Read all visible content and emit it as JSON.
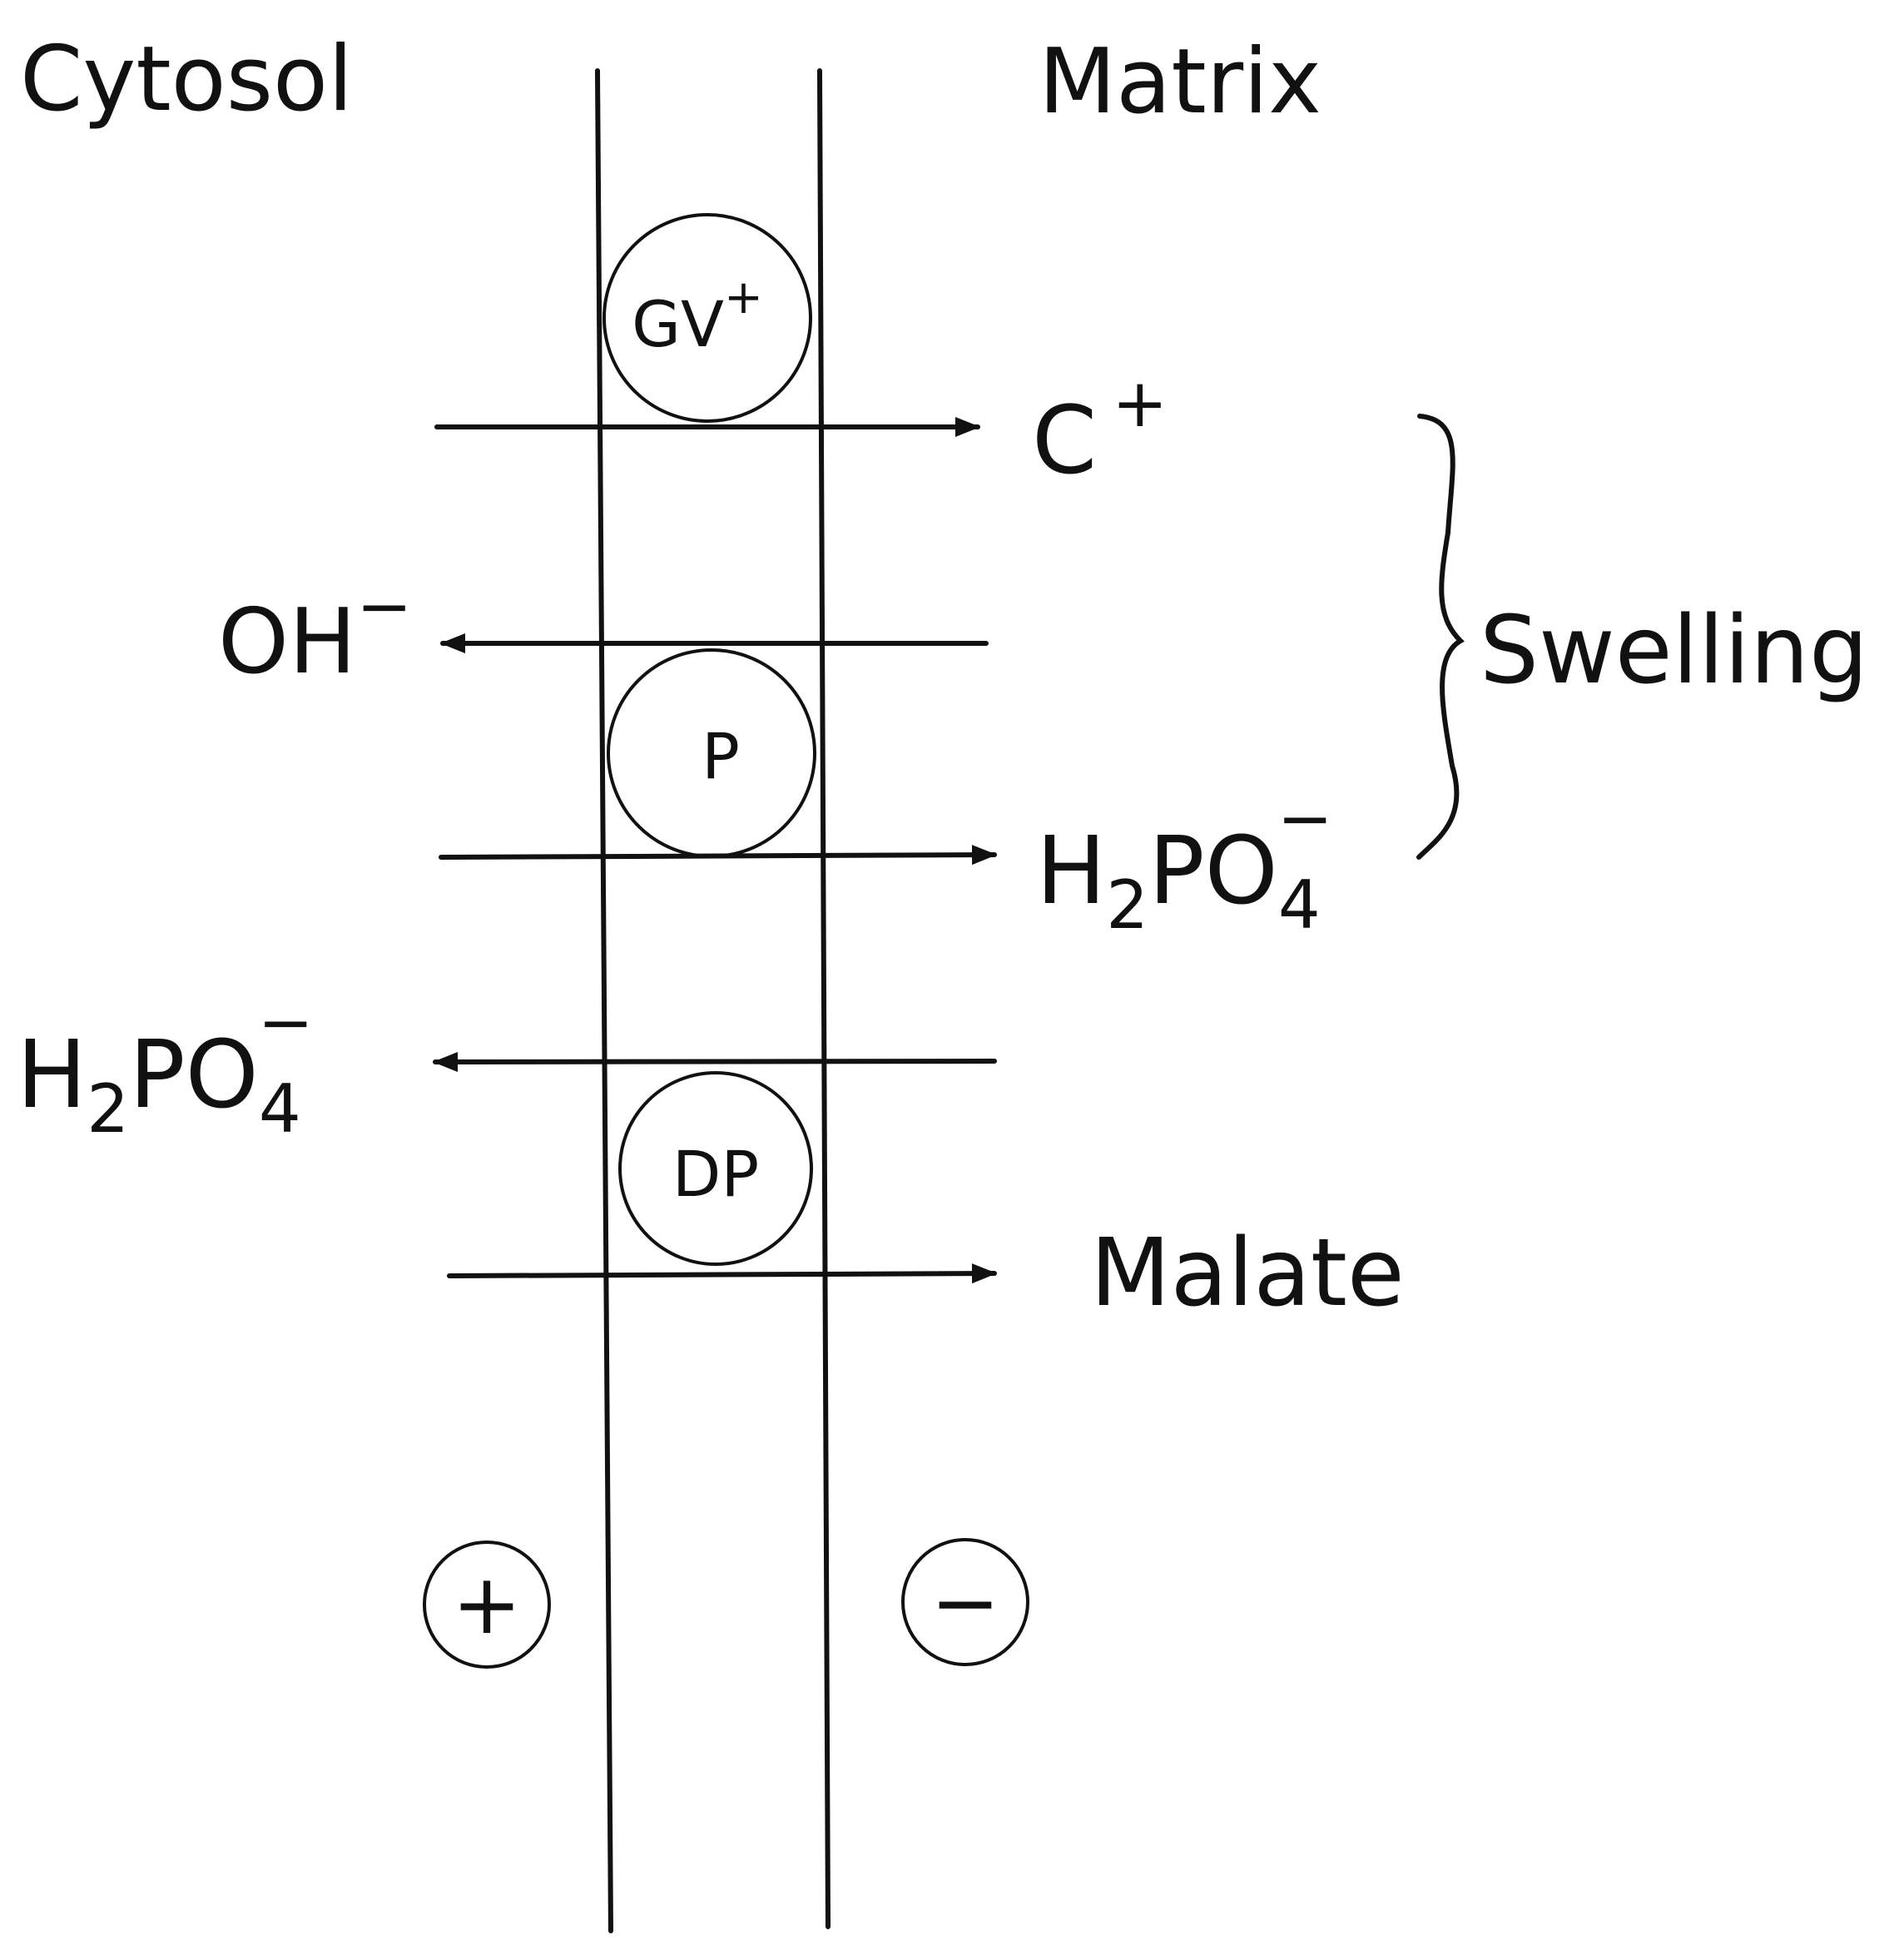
{
  "regions": {
    "left": "Cytosol",
    "right": "Matrix"
  },
  "carriers": [
    {
      "label": "GV",
      "charge": "+"
    },
    {
      "label": "P"
    },
    {
      "label": "DP"
    }
  ],
  "species": {
    "c_plus": {
      "base": "C",
      "sup": "+"
    },
    "oh_minus": {
      "base": "OH",
      "sup": "−"
    },
    "h2po4_right": {
      "h": "H",
      "sub2": "2",
      "po": "PO",
      "four": "4",
      "bar": "−"
    },
    "h2po4_left": {
      "h": "H",
      "sub2": "2",
      "po": "PO",
      "four": "4",
      "bar": "−"
    },
    "malate": "Malate"
  },
  "bracket_label": "Swelling",
  "potentials": {
    "left": "+",
    "right": "−"
  }
}
